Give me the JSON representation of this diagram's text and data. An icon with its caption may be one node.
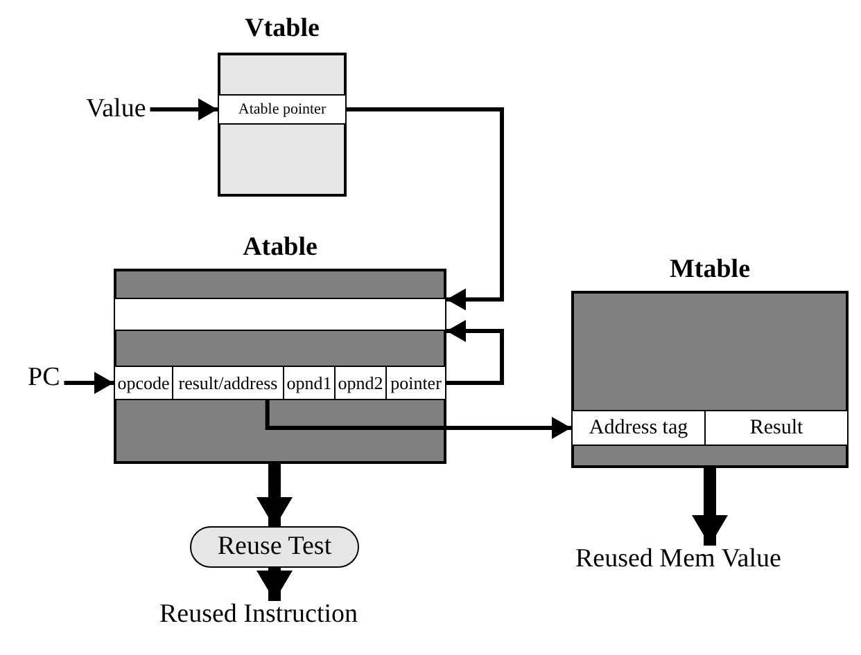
{
  "diagram": {
    "nodes": [
      {
        "text": [
          "Vtable"
        ]
      },
      {
        "text": [
          "Atable pointer"
        ],
        "in": 0
      },
      {
        "text": [
          "Value"
        ]
      },
      {
        "text": [
          "Atable"
        ]
      },
      {
        "text": [],
        "shape": "box",
        "in": 3
      },
      {
        "text": [
          "opcode"
        ],
        "in": 3
      },
      {
        "text": [
          "result/address"
        ],
        "in": 3
      },
      {
        "text": [
          "opnd1"
        ],
        "in": 3
      },
      {
        "text": [
          "opnd2"
        ],
        "in": 3
      },
      {
        "text": [
          "pointer"
        ],
        "in": 3
      },
      {
        "text": [
          "PC"
        ]
      },
      {
        "text": [
          "Mtable"
        ]
      },
      {
        "text": [
          "Address tag"
        ],
        "in": 11
      },
      {
        "text": [
          "Result"
        ],
        "in": 11
      },
      {
        "text": [
          "Reuse Test"
        ]
      },
      {
        "text": [
          "Reused Instruction"
        ]
      },
      {
        "text": [
          "Reused Mem Value"
        ]
      }
    ],
    "edges": [
      {
        "from": 2,
        "to": 1,
        "arrow": "to"
      },
      {
        "from": 1,
        "to": 4,
        "arrow": "to"
      },
      {
        "from": 9,
        "to": 4,
        "arrow": "to"
      },
      {
        "from": 10,
        "to": 5,
        "arrow": "to"
      },
      {
        "from": 6,
        "to": 12,
        "arrow": "to"
      },
      {
        "from": 3,
        "to": 14,
        "arrow": "to",
        "style": "thick"
      },
      {
        "from": 14,
        "to": 15,
        "arrow": "to",
        "style": "thick"
      },
      {
        "from": 11,
        "to": 16,
        "arrow": "to",
        "style": "thick"
      }
    ]
  }
}
